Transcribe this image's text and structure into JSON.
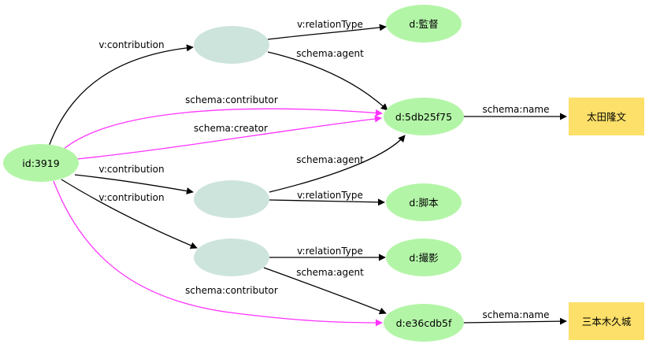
{
  "colors": {
    "resource_fill": "#b3f5a7",
    "blank_fill": "#cde4dc",
    "literal_fill": "#fde06a",
    "edge_black": "#000000",
    "edge_magenta": "#ff33ff"
  },
  "nodes": {
    "id3919": "id:3919",
    "kantoku": "d:監督",
    "d5db25f75": "d:5db25f75",
    "ota": "太田隆文",
    "kyakuhon": "d:脚本",
    "satsuei": "d:撮影",
    "de36cdb5f": "d:e36cdb5f",
    "sanbongi": "三本木久城"
  },
  "edges": {
    "contribution_1": "v:contribution",
    "relation_type_1": "v:relationType",
    "agent_1": "schema:agent",
    "contributor_1": "schema:contributor",
    "creator": "schema:creator",
    "name_1": "schema:name",
    "agent_2": "schema:agent",
    "contribution_2": "v:contribution",
    "relation_type_2": "v:relationType",
    "contribution_3": "v:contribution",
    "relation_type_3": "v:relationType",
    "agent_3": "schema:agent",
    "contributor_2": "schema:contributor",
    "name_2": "schema:name"
  }
}
